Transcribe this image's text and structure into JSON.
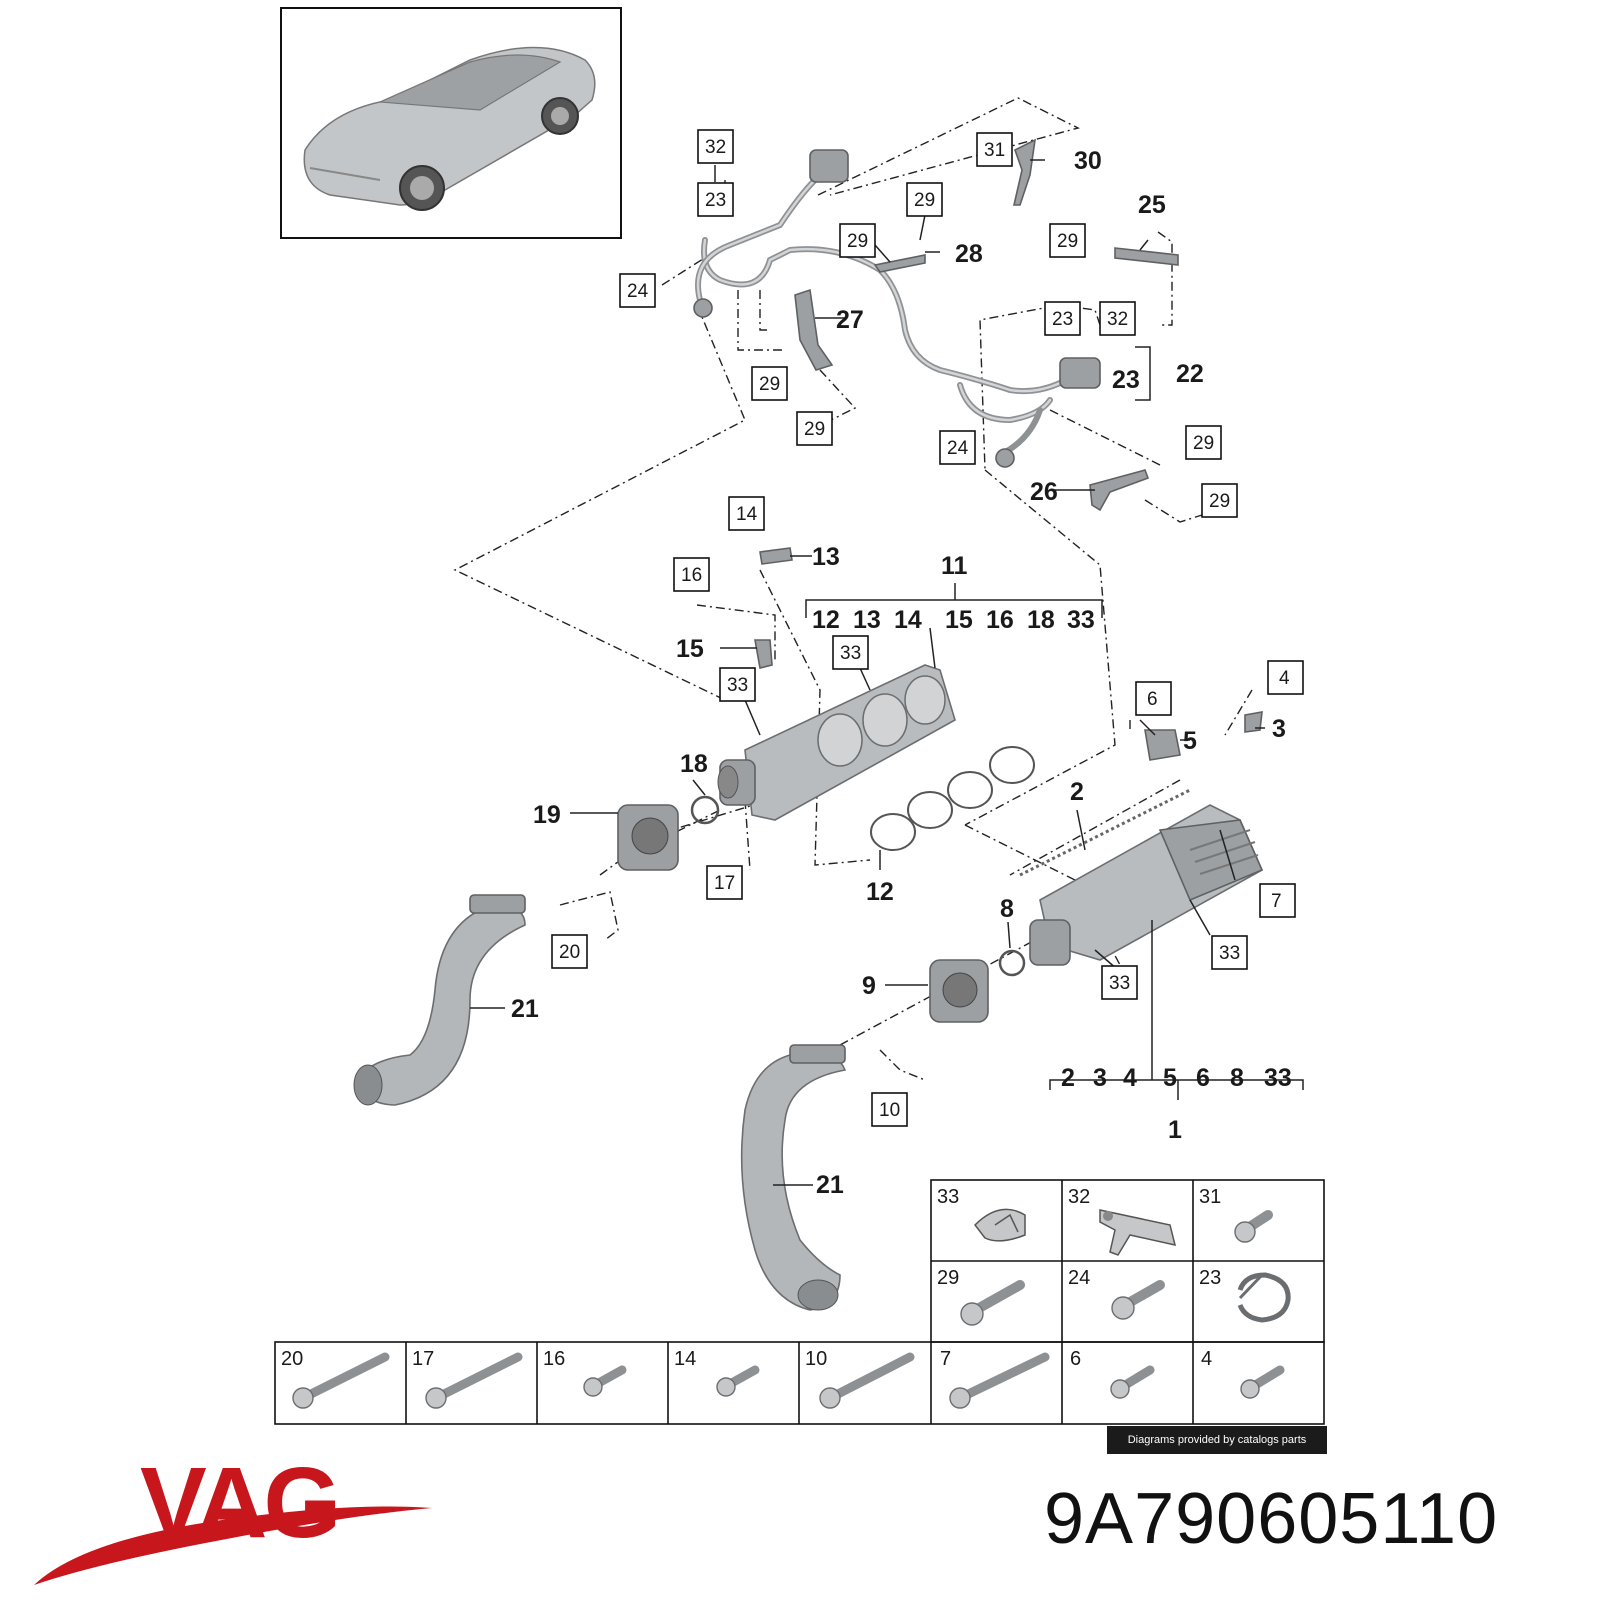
{
  "inset_car": {
    "icon": "sports-car-icon"
  },
  "callouts": {
    "n1": "1",
    "n2": "2",
    "n3": "3",
    "n5": "5",
    "n8": "8",
    "n9": "9",
    "n11": "11",
    "n12": "12",
    "n13": "13",
    "n15": "15",
    "n18": "18",
    "n19": "19",
    "n21a": "21",
    "n21b": "21",
    "n22": "22",
    "n23": "23",
    "n25": "25",
    "n26": "26",
    "n27": "27",
    "n28": "28",
    "n30": "30"
  },
  "boxed_refs": {
    "b32a": "32",
    "b23a": "23",
    "b24a": "24",
    "b29a": "29",
    "b29b": "29",
    "b29c": "29",
    "b29d": "29",
    "b31": "31",
    "b29e": "29",
    "b23b": "23",
    "b32b": "32",
    "b24b": "24",
    "b29f": "29",
    "b29g": "29",
    "b14": "14",
    "b16": "16",
    "b33a": "33",
    "b33b": "33",
    "b6": "6",
    "b4": "4",
    "b7": "7",
    "b17": "17",
    "b20": "20",
    "b33c": "33",
    "b33d": "33",
    "b10": "10"
  },
  "group_11": {
    "items": [
      "12",
      "13",
      "14",
      "15",
      "16",
      "18",
      "33"
    ]
  },
  "group_1": {
    "items": [
      "2",
      "3",
      "4",
      "5",
      "6",
      "8",
      "33"
    ]
  },
  "fasteners_top": [
    {
      "num": "33",
      "icon": "hose-clamp-icon"
    },
    {
      "num": "32",
      "icon": "pressure-sensor-icon"
    },
    {
      "num": "31",
      "icon": "short-bolt-icon"
    },
    {
      "num": "29",
      "icon": "bolt-icon"
    },
    {
      "num": "24",
      "icon": "bolt-icon"
    },
    {
      "num": "23",
      "icon": "spring-clamp-icon"
    }
  ],
  "fasteners_bottom": [
    {
      "num": "20",
      "icon": "long-bolt-icon"
    },
    {
      "num": "17",
      "icon": "long-bolt-icon"
    },
    {
      "num": "16",
      "icon": "short-bolt-icon"
    },
    {
      "num": "14",
      "icon": "short-bolt-icon"
    },
    {
      "num": "10",
      "icon": "long-bolt-icon"
    },
    {
      "num": "7",
      "icon": "long-bolt-icon"
    },
    {
      "num": "6",
      "icon": "short-bolt-icon"
    },
    {
      "num": "4",
      "icon": "short-bolt-icon"
    }
  ],
  "footer_note": "Diagrams provided by catalogs parts",
  "brand": {
    "name": "VAG",
    "color": "#c8161d"
  },
  "part_number": "9A790605110"
}
